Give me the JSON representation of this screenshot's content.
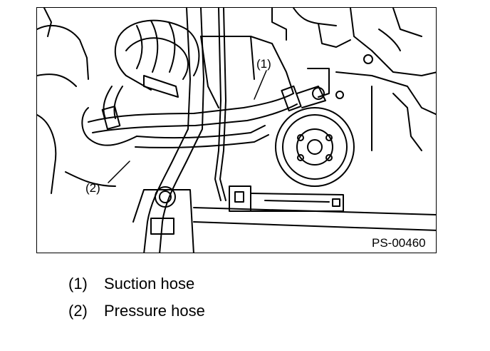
{
  "figure": {
    "code": "PS-00460",
    "callouts": [
      {
        "id": "callout-1",
        "label": "(1)"
      },
      {
        "id": "callout-2",
        "label": "(2)"
      }
    ]
  },
  "legend": [
    {
      "number": "(1)",
      "text": "Suction hose"
    },
    {
      "number": "(2)",
      "text": "Pressure hose"
    }
  ]
}
